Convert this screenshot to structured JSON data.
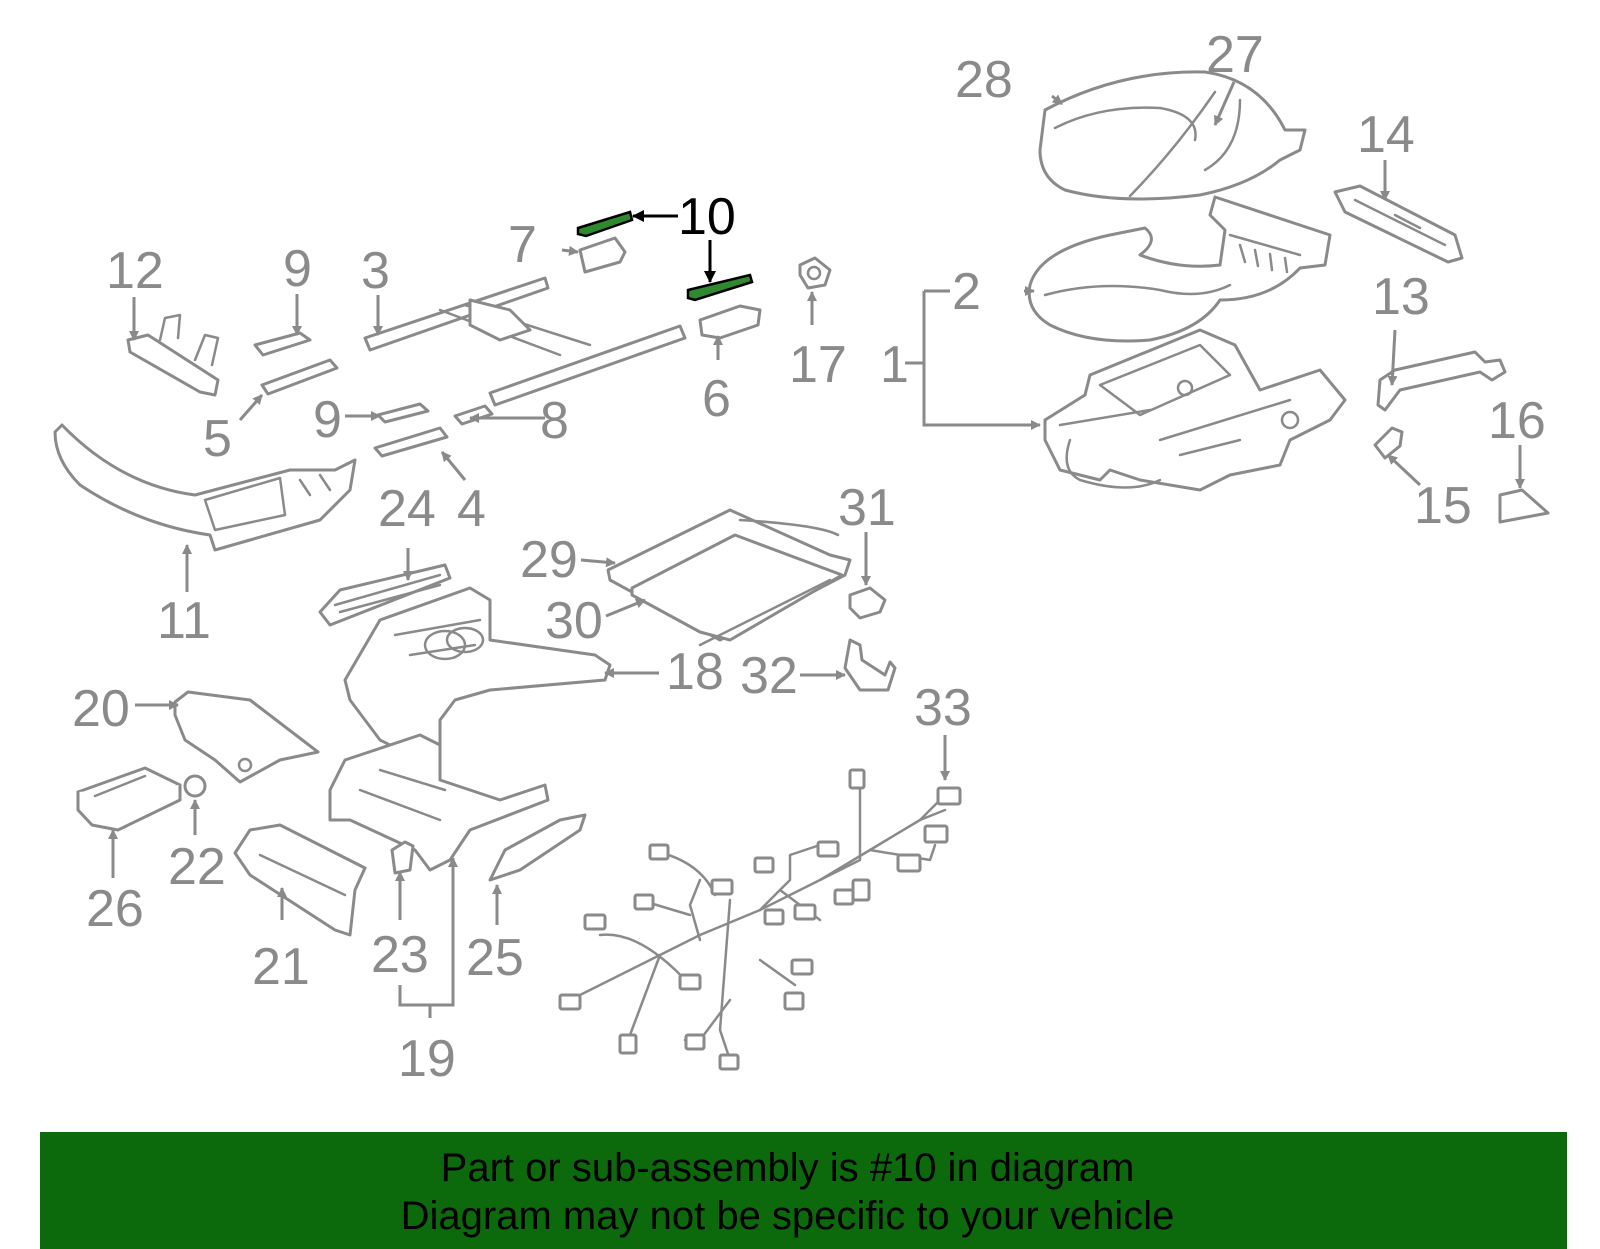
{
  "diagram": {
    "highlighted_part": "10",
    "highlight_color": "#2f8a2f",
    "line_color": "#8a8a8a",
    "callouts": {
      "c1": "1",
      "c2": "2",
      "c3": "3",
      "c4": "4",
      "c5": "5",
      "c6": "6",
      "c7": "7",
      "c8": "8",
      "c9a": "9",
      "c9b": "9",
      "c10": "10",
      "c11": "11",
      "c12": "12",
      "c13": "13",
      "c14": "14",
      "c15": "15",
      "c16": "16",
      "c17": "17",
      "c18": "18",
      "c19": "19",
      "c20": "20",
      "c21": "21",
      "c22": "22",
      "c23": "23",
      "c24": "24",
      "c25": "25",
      "c26": "26",
      "c27": "27",
      "c28": "28",
      "c29": "29",
      "c30": "30",
      "c31": "31",
      "c32": "32",
      "c33": "33"
    }
  },
  "banner": {
    "background_color": "#0c6a0c",
    "line1": "Part or sub-assembly is #10 in diagram",
    "line2": "Diagram may not be specific to your vehicle"
  }
}
